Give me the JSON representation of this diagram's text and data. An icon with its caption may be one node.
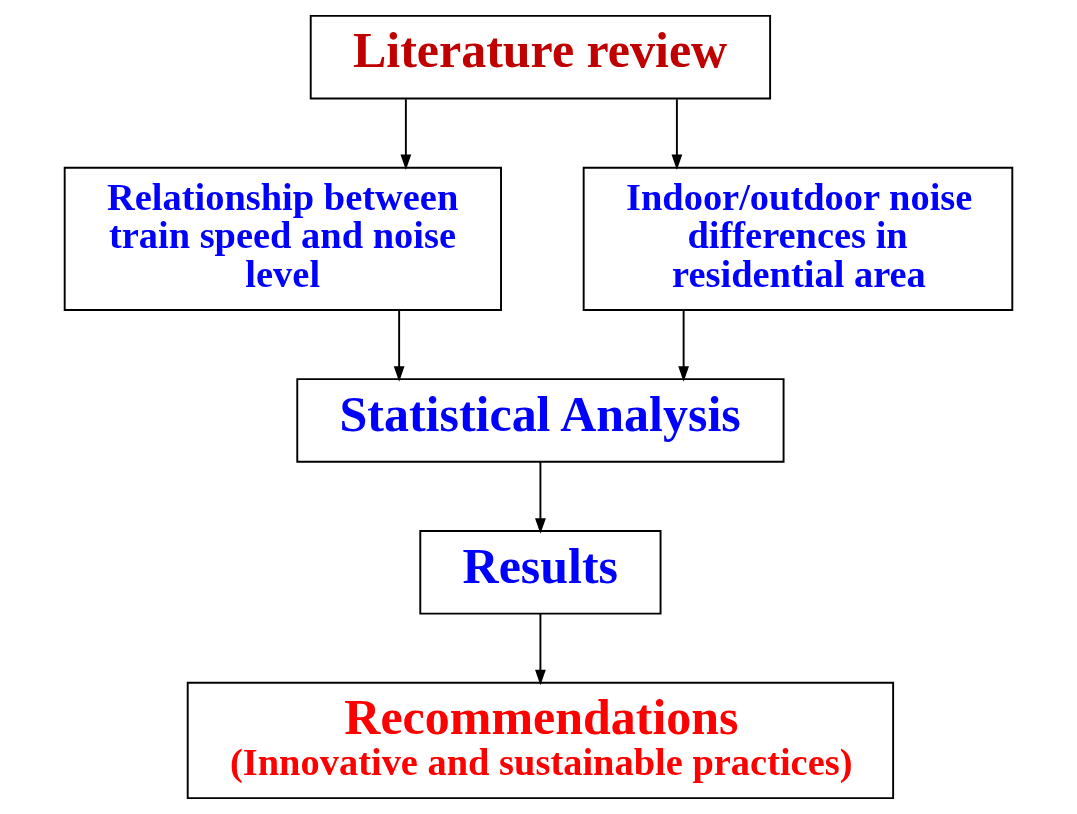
{
  "diagram": {
    "nodes": [
      {
        "text": [
          "Literature review"
        ]
      },
      {
        "text": [
          "Relationship between train speed and noise level"
        ]
      },
      {
        "text": [
          "Indoor/outdoor noise differences in residential area"
        ]
      },
      {
        "text": [
          "Statistical Analysis"
        ]
      },
      {
        "text": [
          "Results"
        ]
      },
      {
        "text": [
          "Recommendations",
          "(Innovative and sustainable practices)"
        ]
      }
    ],
    "edges": [
      {
        "from": 0,
        "to": 1,
        "arrow": "to"
      },
      {
        "from": 0,
        "to": 2,
        "arrow": "to"
      },
      {
        "from": 1,
        "to": 3,
        "arrow": "to"
      },
      {
        "from": 2,
        "to": 3,
        "arrow": "to"
      },
      {
        "from": 3,
        "to": 4,
        "arrow": "to"
      },
      {
        "from": 4,
        "to": 5,
        "arrow": "to"
      }
    ]
  }
}
